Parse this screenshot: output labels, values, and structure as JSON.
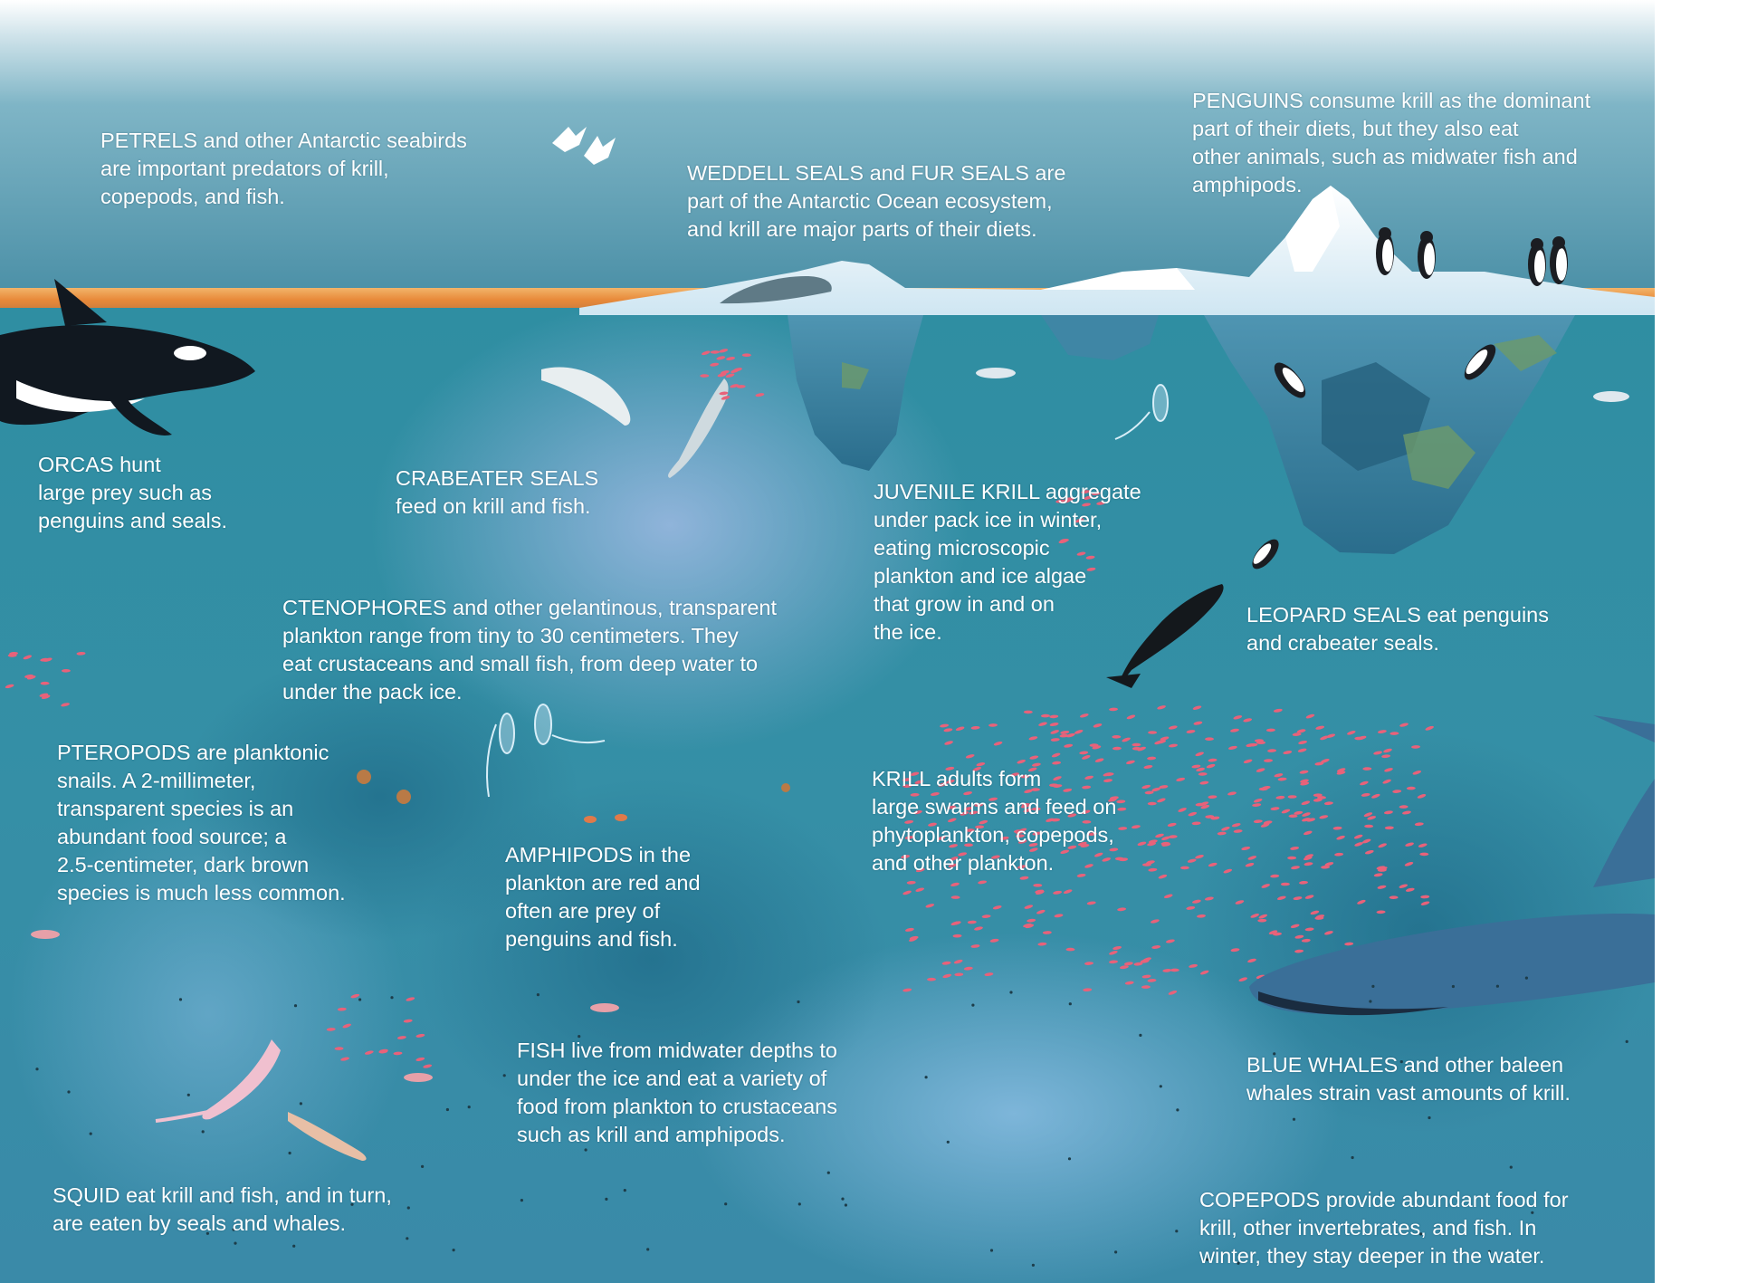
{
  "colors": {
    "sky_top": "#ffffff",
    "sky": "#4a8fa6",
    "horizon_band": "#e88a3a",
    "ocean": "#2e8a9e",
    "ocean_light": "#8ab4d8",
    "ice": "#e8f4fb",
    "ice_shadow": "#2f6f8f",
    "krill": "#e8627a",
    "label_text": "#ffffff"
  },
  "icons": [
    "orca-icon",
    "petrel-icon",
    "weddell-seal-icon",
    "emperor-penguin-icon",
    "iceberg-icon",
    "crabeater-seal-icon",
    "ctenophore-icon",
    "leopard-seal-icon",
    "krill-swarm-icon",
    "blue-whale-icon",
    "pteropod-icon",
    "amphipod-icon",
    "fish-icon",
    "squid-icon",
    "copepod-icon"
  ],
  "labels": {
    "petrels": [
      "PETRELS and other Antarctic seabirds",
      "are important predators of krill,",
      "copepods, and fish."
    ],
    "weddell": [
      "WEDDELL SEALS and FUR SEALS are",
      "part of the Antarctic Ocean ecosystem,",
      "and krill are major parts of their diets."
    ],
    "penguins": [
      "PENGUINS consume krill as the dominant",
      "part of their diets, but they also eat",
      "other animals, such as midwater fish and",
      "amphipods."
    ],
    "orcas": [
      "ORCAS hunt",
      "large prey such as",
      "penguins and seals."
    ],
    "crabeater": [
      "CRABEATER SEALS",
      "feed on krill and fish."
    ],
    "juvenile_krill": [
      "JUVENILE KRILL aggregate",
      "under pack ice in winter,",
      "eating microscopic",
      "plankton and ice algae",
      "that grow in and on",
      "the ice."
    ],
    "leopard": [
      "LEOPARD SEALS eat penguins",
      "and crabeater seals."
    ],
    "ctenophores": [
      "CTENOPHORES and other gelantinous, transparent",
      "plankton range from tiny to 30 centimeters. They",
      "eat crustaceans and small fish, from deep water to",
      "under the pack ice."
    ],
    "pteropods": [
      "PTEROPODS are planktonic",
      "snails. A 2-millimeter,",
      "transparent species is an",
      "abundant food source; a",
      "2.5-centimeter, dark brown",
      "species is much less common."
    ],
    "krill_adults": [
      "KRILL adults form",
      "large swarms and feed on",
      "phytoplankton, copepods,",
      "and other plankton."
    ],
    "amphipods": [
      "AMPHIPODS in the",
      "plankton are red and",
      "often are prey of",
      "penguins and fish."
    ],
    "fish": [
      "FISH live from midwater depths to",
      "under the ice and eat a variety of",
      "food from plankton to crustaceans",
      "such as krill and amphipods."
    ],
    "blue_whales": [
      "BLUE WHALES and other baleen",
      "whales strain vast amounts of krill."
    ],
    "squid": [
      "SQUID eat krill and fish, and in turn,",
      "are eaten by seals and whales."
    ],
    "copepods": [
      "COPEPODS provide abundant food for",
      "krill, other invertebrates, and fish. In",
      "winter, they stay deeper in the water."
    ]
  }
}
